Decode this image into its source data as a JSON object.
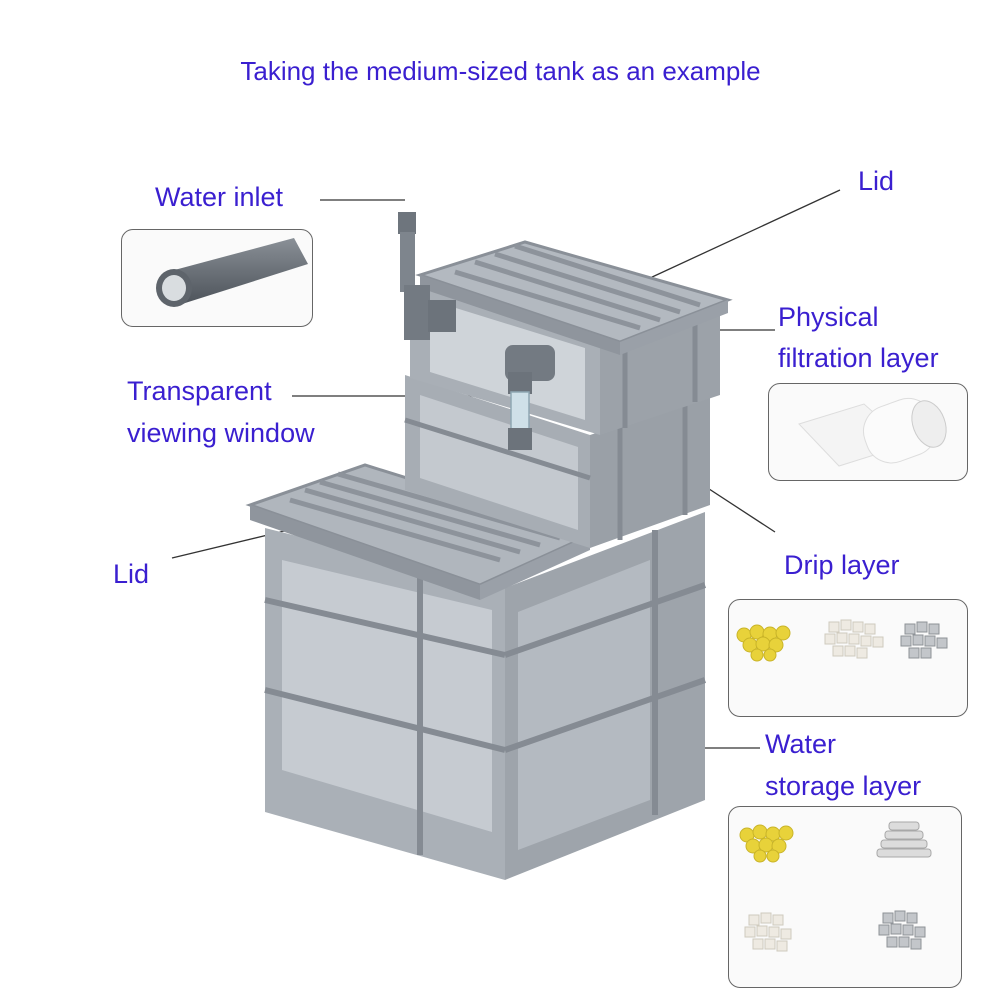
{
  "title": "Taking the medium-sized tank as an example",
  "labels": {
    "water_inlet": "Water inlet",
    "lid_top": "Lid",
    "physical_line1": "Physical",
    "physical_line2": "filtration layer",
    "transparent_line1": "Transparent",
    "transparent_line2": "viewing window",
    "lid_left": "Lid",
    "drip": "Drip layer",
    "water_line1": "Water",
    "water_line2": "storage layer"
  },
  "colors": {
    "label_text": "#3a1fd0",
    "tank_gray": "#9ea4ab",
    "tank_dark": "#7d848c",
    "media_yellow": "#e8d23a",
    "media_white": "#eeeae2",
    "media_gray": "#b9bcc0"
  }
}
